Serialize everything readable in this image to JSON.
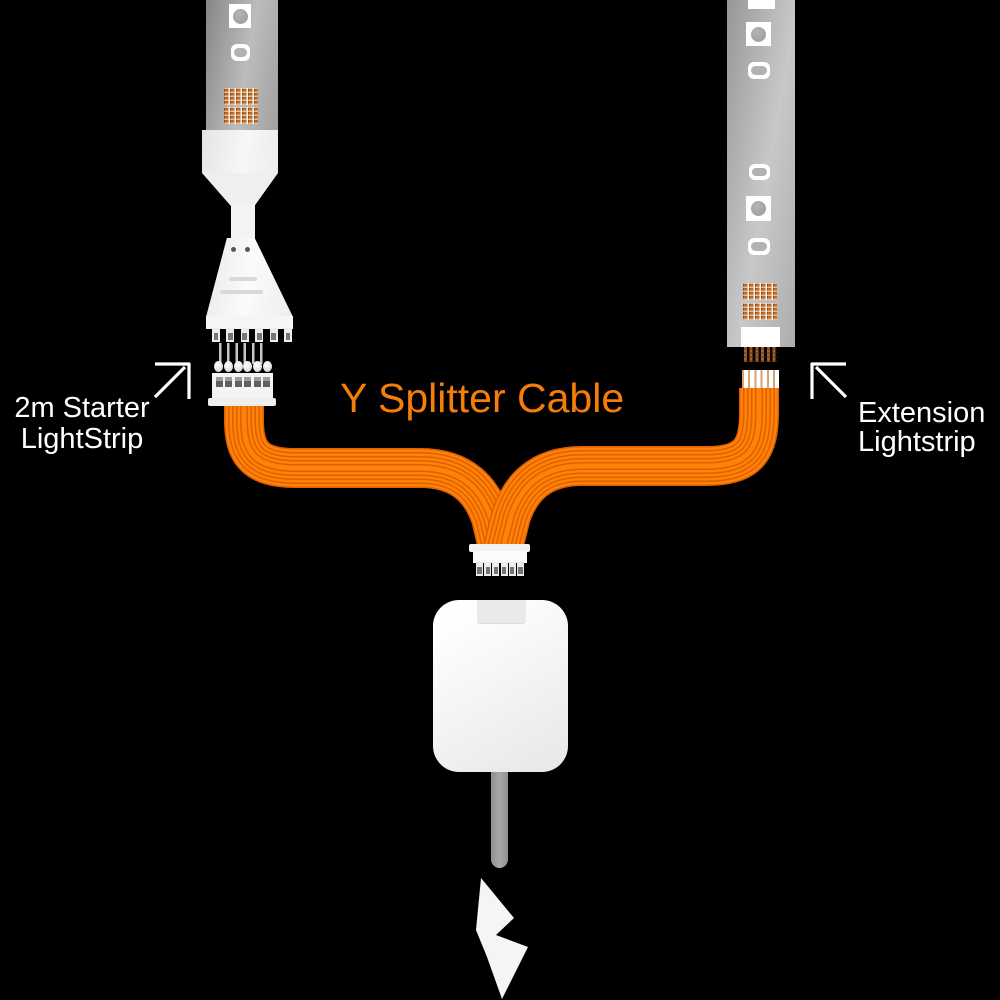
{
  "title": {
    "text": "Y Splitter Cable"
  },
  "labels": {
    "left": {
      "line1": "2m Starter",
      "line2": "LightStrip"
    },
    "right": {
      "line1": "Extension",
      "line2": "Lightstrip"
    }
  },
  "colors": {
    "bg": "#000000",
    "title_orange": "#f57d0a",
    "cable_bright": "#ff8208",
    "cable_dark": "#e05f00",
    "text_white": "#ffffff",
    "copper": "#c06a24",
    "copper_dark": "#8a4a15",
    "strip_gray": "#a9a9a9",
    "connector_white": "#f2f2f2",
    "adapter_white": "#fafafa",
    "cord_gray": "#9c9c9c"
  },
  "counts": {
    "connector_pins": 6
  },
  "icons": {
    "left_arrow": "arrow-up-right-icon",
    "right_arrow": "arrow-up-left-icon",
    "bolt": "lightning-bolt-icon"
  }
}
